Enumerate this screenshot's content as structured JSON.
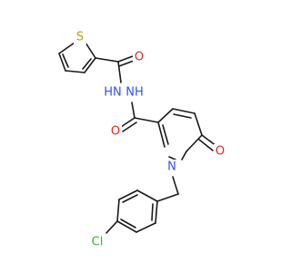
{
  "atoms": [
    {
      "id": "s1",
      "symbol": "S",
      "color": "#b5a300"
    },
    {
      "id": "o1",
      "symbol": "O",
      "color": "#e8261b"
    },
    {
      "id": "nh1",
      "symbol": "HN",
      "color": "#3050f8"
    },
    {
      "id": "nh2",
      "symbol": "NH",
      "color": "#3050f8"
    },
    {
      "id": "o2",
      "symbol": "O",
      "color": "#e8261b"
    },
    {
      "id": "n1",
      "symbol": "N",
      "color": "#3050f8"
    },
    {
      "id": "o3",
      "symbol": "O",
      "color": "#e8261b"
    },
    {
      "id": "cl1",
      "symbol": "Cl",
      "color": "#2eb82e"
    }
  ],
  "bond_color": "#1a1a1a"
}
